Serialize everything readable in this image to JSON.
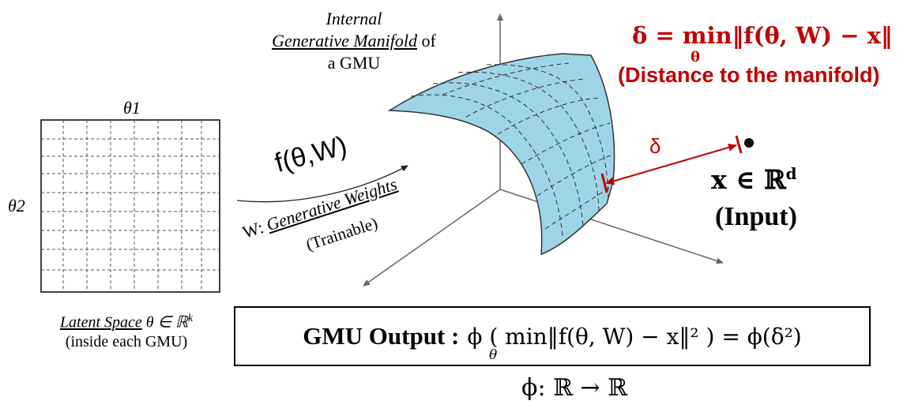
{
  "manifold_caption": {
    "line1": "Internal",
    "line2_link": "Generative Manifold",
    "line2_rest": " of",
    "line3": "a GMU"
  },
  "delta_formula": "δ = min‖f(θ, W) − x‖",
  "delta_formula_sub": "θ",
  "delta_description": "(Distance to the manifold)",
  "grid_labels": {
    "theta1": "θ1",
    "theta2": "θ2"
  },
  "mapping": {
    "function": "f(θ,W)",
    "weights_prefix": "W: ",
    "weights_name": "Generative Weights",
    "trainable": "(Trainable)"
  },
  "delta_symbol": "δ",
  "input": {
    "symbol": "x ∈ ℝ",
    "superscript": "d",
    "label": "(Input)"
  },
  "latent_caption": {
    "name": "Latent Space",
    "math": " θ ∈ ℝ",
    "superscript": "k",
    "note": "(inside each GMU)"
  },
  "output": {
    "label": "GMU Output :",
    "formula": "ϕ ( min‖f(θ, W) − x‖² ) = ϕ(δ²)",
    "formula_sub": "θ"
  },
  "phi_definition": "ϕ: ℝ → ℝ",
  "colors": {
    "manifold_fill": "#9dd5e6",
    "accent_red": "#c00000",
    "axis_gray": "#666666"
  }
}
